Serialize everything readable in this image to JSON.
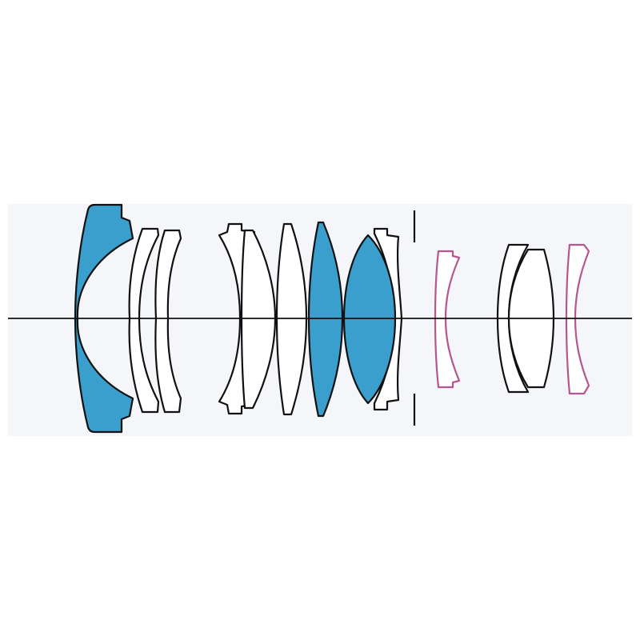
{
  "diagram": {
    "kind": "lens-construction-diagram",
    "colors": {
      "page_background": "#ffffff",
      "panel_background": "#f4f6f9",
      "outline": "#111111",
      "special_element_fill": "#3a9fcc",
      "glass_fill": "#ffffff",
      "aspherical_outline": "#b5578d",
      "optical_axis": "#111111"
    },
    "element_count": 12,
    "group_count": 10,
    "elements": [
      {
        "id": 1,
        "type": "highlighted-meniscus",
        "highlighted": true
      },
      {
        "id": 2,
        "type": "meniscus",
        "highlighted": false
      },
      {
        "id": 3,
        "type": "meniscus",
        "highlighted": false
      },
      {
        "id": 4,
        "type": "biconcave",
        "highlighted": false
      },
      {
        "id": 5,
        "type": "meniscus",
        "highlighted": false
      },
      {
        "id": 6,
        "type": "biconvex",
        "highlighted": false
      },
      {
        "id": 7,
        "type": "biconvex",
        "highlighted": true
      },
      {
        "id": 8,
        "type": "biconvex",
        "highlighted": true
      },
      {
        "id": 9,
        "type": "meniscus",
        "highlighted": false
      },
      {
        "id": 10,
        "type": "aspherical-meniscus",
        "highlighted": false,
        "aspherical": true
      },
      {
        "id": 11,
        "type": "cemented-doublet",
        "highlighted": false
      },
      {
        "id": 12,
        "type": "aspherical-meniscus",
        "highlighted": false,
        "aspherical": true
      }
    ],
    "aperture_stop": true,
    "optical_axis": true
  }
}
